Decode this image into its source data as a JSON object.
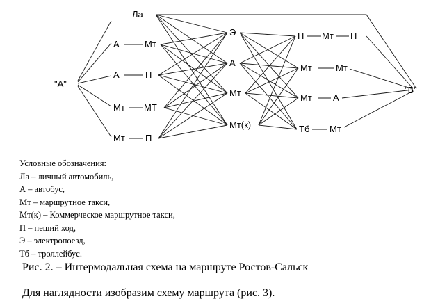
{
  "diagram": {
    "start": "\"А\"",
    "end": "\"Б\"",
    "left_routes": [
      {
        "id": "la",
        "label": "Ла"
      },
      {
        "id": "a_mt",
        "left": "А",
        "right": "Мт"
      },
      {
        "id": "a_p",
        "left": "А",
        "right": "П"
      },
      {
        "id": "mt_mt",
        "left": "Мт",
        "right": "МТ"
      },
      {
        "id": "mt_p",
        "left": "Мт",
        "right": "П"
      }
    ],
    "middle_nodes": [
      "Э",
      "А",
      "Мт",
      "Мт(к)"
    ],
    "right_routes": [
      {
        "id": "p_mt_p",
        "parts": [
          "П",
          "Мт",
          "П"
        ]
      },
      {
        "id": "mt_mt_r",
        "parts": [
          "Мт",
          "Мт"
        ]
      },
      {
        "id": "mt_a",
        "parts": [
          "Мт",
          "А"
        ]
      },
      {
        "id": "tb_mt",
        "parts": [
          "Тб",
          "Мт"
        ]
      }
    ]
  },
  "legend": {
    "title": "Условные обозначения:",
    "items": [
      "Ла – личный автомобиль,",
      "А – автобус,",
      "Мт – маршрутное такси,",
      "Мт(к) – Коммерческое маршрутное такси,",
      "П – пеший ход,",
      "Э – электропоезд,",
      "Тб – троллейбус."
    ]
  },
  "caption": "Рис. 2.  – Интермодальная схема на маршруте Ростов-Сальск",
  "paragraph": "Для наглядности изобразим схему маршрута (рис. 3)."
}
